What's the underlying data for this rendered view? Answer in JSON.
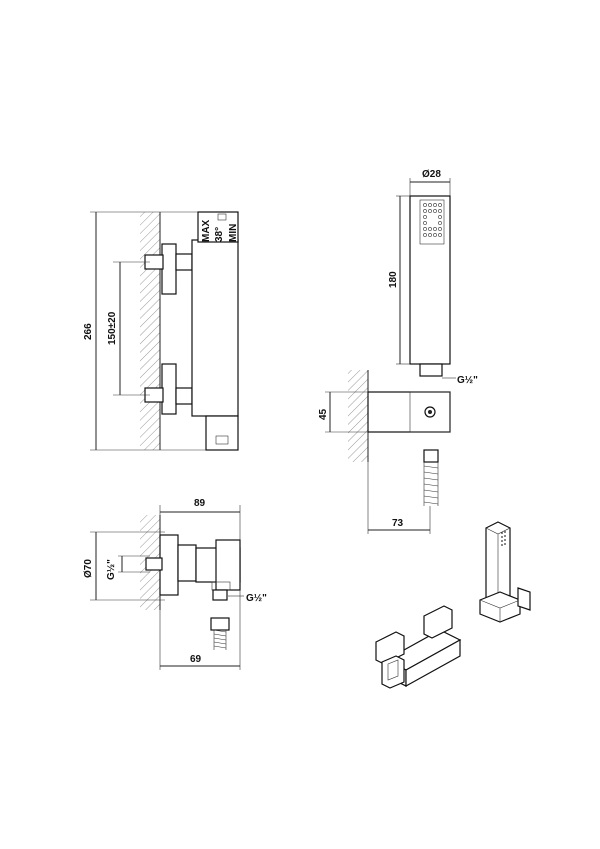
{
  "front_view": {
    "height_label": "266",
    "spacing_label": "150±20",
    "max_label": "MAX",
    "temp_label": "38°",
    "min_label": "MIN"
  },
  "side_view": {
    "depth_label": "89",
    "diameter_label": "Ø70",
    "inlet_label": "G½\"",
    "outlet_label": "G½\"",
    "offset_label": "69"
  },
  "hand_shower": {
    "diameter_label": "Ø28",
    "length_label": "180",
    "thread_label": "G½\""
  },
  "holder": {
    "height_label": "45",
    "projection_label": "73"
  }
}
